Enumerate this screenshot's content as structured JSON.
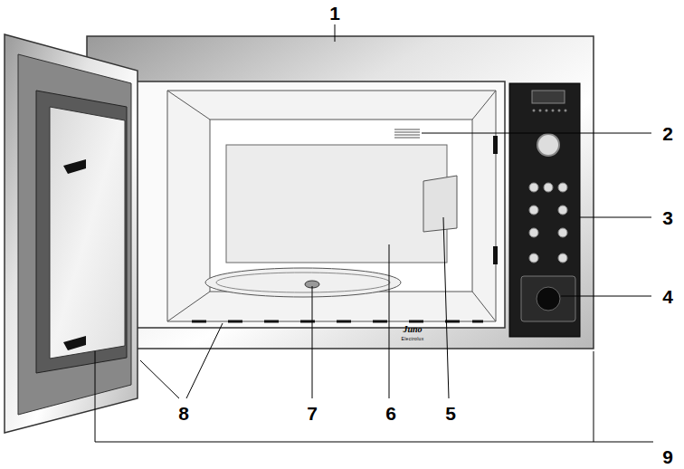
{
  "diagram": {
    "labels": [
      "1",
      "2",
      "3",
      "4",
      "5",
      "6",
      "7",
      "8",
      "9",
      "Juno",
      "Electrolux"
    ]
  }
}
